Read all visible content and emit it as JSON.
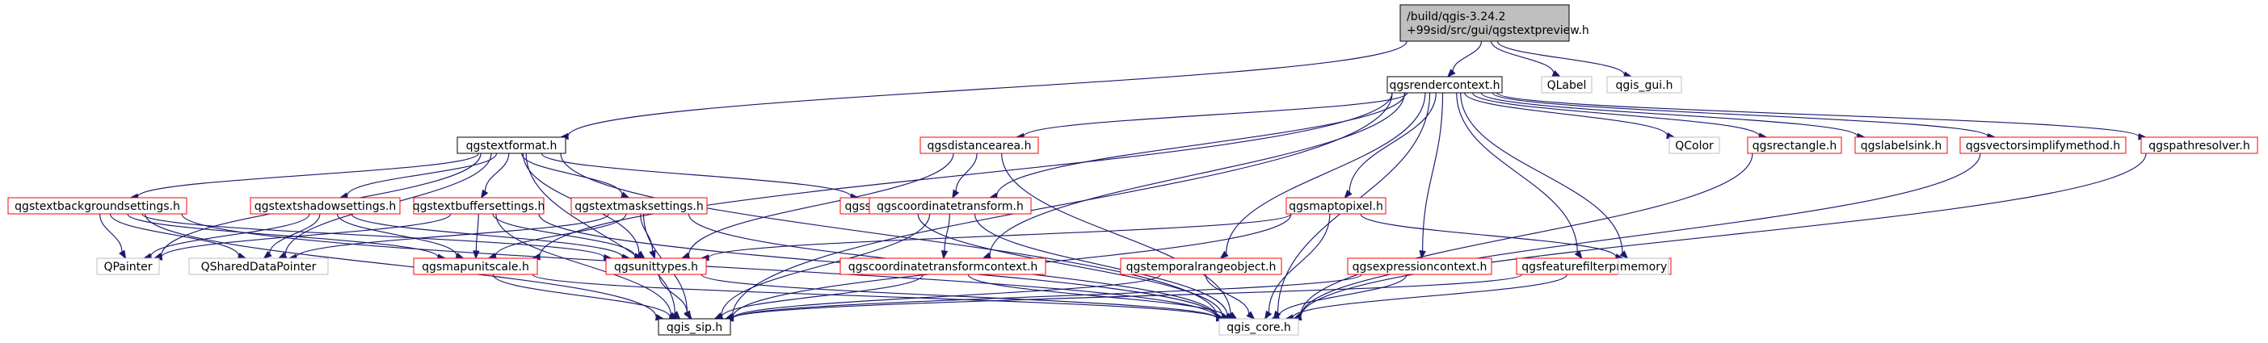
{
  "diagram": {
    "type": "include-dependency-graph",
    "colors": {
      "edge": "#191970",
      "root_fill": "#bfbfbf",
      "root_border": "#000000",
      "documented_border": "#ff0000",
      "undocumented_border": "#bfbfbf",
      "plain_border": "#000000"
    },
    "nodes": [
      {
        "id": "root",
        "lines": [
          "/build/qgis-3.24.2",
          "+99sid/src/gui/qgstextpreview.h"
        ],
        "style": "root"
      },
      {
        "id": "qgsrendercontext",
        "lines": [
          "qgsrendercontext.h"
        ],
        "style": "plain"
      },
      {
        "id": "qlabel",
        "lines": [
          "QLabel"
        ],
        "style": "external"
      },
      {
        "id": "qgis_gui",
        "lines": [
          "qgis_gui.h"
        ],
        "style": "external"
      },
      {
        "id": "qgstextformat",
        "lines": [
          "qgstextformat.h"
        ],
        "style": "plain"
      },
      {
        "id": "qgsdistancearea",
        "lines": [
          "qgsdistancearea.h"
        ],
        "style": "documented"
      },
      {
        "id": "qcolor",
        "lines": [
          "QColor"
        ],
        "style": "external"
      },
      {
        "id": "qgsrectangle",
        "lines": [
          "qgsrectangle.h"
        ],
        "style": "documented"
      },
      {
        "id": "qgslabelsink",
        "lines": [
          "qgslabelsink.h"
        ],
        "style": "documented"
      },
      {
        "id": "qgsvectorsimplifymethod",
        "lines": [
          "qgsvectorsimplifymethod.h"
        ],
        "style": "documented"
      },
      {
        "id": "qgspathresolver",
        "lines": [
          "qgspathresolver.h"
        ],
        "style": "documented"
      },
      {
        "id": "qgstextbackgroundsettings",
        "lines": [
          "qgstextbackgroundsettings.h"
        ],
        "style": "documented"
      },
      {
        "id": "qgstextshadowsettings",
        "lines": [
          "qgstextshadowsettings.h"
        ],
        "style": "documented"
      },
      {
        "id": "qgstextbuffersettings",
        "lines": [
          "qgstextbuffersettings.h"
        ],
        "style": "documented"
      },
      {
        "id": "qgstextmasksettings",
        "lines": [
          "qgstextmasksettings.h"
        ],
        "style": "documented"
      },
      {
        "id": "qgsstringutils",
        "lines": [
          "qgsstringutils.h"
        ],
        "style": "documented"
      },
      {
        "id": "qgscoordinatetransform",
        "lines": [
          "qgscoordinatetransform.h"
        ],
        "style": "documented"
      },
      {
        "id": "qgsmaptopixel",
        "lines": [
          "qgsmaptopixel.h"
        ],
        "style": "documented"
      },
      {
        "id": "qpainter",
        "lines": [
          "QPainter"
        ],
        "style": "external"
      },
      {
        "id": "qshareddatapointer",
        "lines": [
          "QSharedDataPointer"
        ],
        "style": "external"
      },
      {
        "id": "qgsmapunitscale",
        "lines": [
          "qgsmapunitscale.h"
        ],
        "style": "documented"
      },
      {
        "id": "qgsunittypes",
        "lines": [
          "qgsunittypes.h"
        ],
        "style": "documented"
      },
      {
        "id": "qgscoordinatetransformcontext",
        "lines": [
          "qgscoordinatetransformcontext.h"
        ],
        "style": "documented"
      },
      {
        "id": "qgstemporalrangeobject",
        "lines": [
          "qgstemporalrangeobject.h"
        ],
        "style": "documented"
      },
      {
        "id": "qgsexpressioncontext",
        "lines": [
          "qgsexpressioncontext.h"
        ],
        "style": "documented"
      },
      {
        "id": "qgsfeaturefilterprovider",
        "lines": [
          "qgsfeaturefilterprovider.h"
        ],
        "style": "documented"
      },
      {
        "id": "memory",
        "lines": [
          "memory"
        ],
        "style": "external"
      },
      {
        "id": "qgis_sip",
        "lines": [
          "qgis_sip.h"
        ],
        "style": "plain"
      },
      {
        "id": "qgis_core",
        "lines": [
          "qgis_core.h"
        ],
        "style": "external"
      }
    ],
    "edges": [
      [
        "root",
        "qgsrendercontext"
      ],
      [
        "root",
        "qlabel"
      ],
      [
        "root",
        "qgis_gui"
      ],
      [
        "root",
        "qgstextformat"
      ],
      [
        "qgsrendercontext",
        "qgsdistancearea"
      ],
      [
        "qgsrendercontext",
        "qcolor"
      ],
      [
        "qgsrendercontext",
        "qgsrectangle"
      ],
      [
        "qgsrendercontext",
        "qgslabelsink"
      ],
      [
        "qgsrendercontext",
        "qgsvectorsimplifymethod"
      ],
      [
        "qgsrendercontext",
        "qgspathresolver"
      ],
      [
        "qgsrendercontext",
        "qgscoordinatetransform"
      ],
      [
        "qgsrendercontext",
        "qgsmaptopixel"
      ],
      [
        "qgsrendercontext",
        "qgsexpressioncontext"
      ],
      [
        "qgsrendercontext",
        "qgsfeaturefilterprovider"
      ],
      [
        "qgsrendercontext",
        "qgstemporalrangeobject"
      ],
      [
        "qgsrendercontext",
        "qgscoordinatetransformcontext"
      ],
      [
        "qgsrendercontext",
        "memory"
      ],
      [
        "qgsrendercontext",
        "qgis_core"
      ],
      [
        "qgsrendercontext",
        "qgis_sip"
      ],
      [
        "qgsrendercontext",
        "qgsmapunitscale"
      ],
      [
        "qgstextformat",
        "qgstextbackgroundsettings"
      ],
      [
        "qgstextformat",
        "qgstextshadowsettings"
      ],
      [
        "qgstextformat",
        "qgstextbuffersettings"
      ],
      [
        "qgstextformat",
        "qgstextmasksettings"
      ],
      [
        "qgstextformat",
        "qgsstringutils"
      ],
      [
        "qgstextformat",
        "qshareddatapointer"
      ],
      [
        "qgstextformat",
        "qpainter"
      ],
      [
        "qgstextformat",
        "qgsunittypes"
      ],
      [
        "qgstextformat",
        "qgis_core"
      ],
      [
        "qgstextformat",
        "qgis_sip"
      ],
      [
        "qgsdistancearea",
        "qgscoordinatetransform"
      ],
      [
        "qgsdistancearea",
        "qgsunittypes"
      ],
      [
        "qgsdistancearea",
        "qgis_core"
      ],
      [
        "qgstextbackgroundsettings",
        "qpainter"
      ],
      [
        "qgstextbackgroundsettings",
        "qshareddatapointer"
      ],
      [
        "qgstextbackgroundsettings",
        "qgsmapunitscale"
      ],
      [
        "qgstextbackgroundsettings",
        "qgsunittypes"
      ],
      [
        "qgstextbackgroundsettings",
        "qgis_core"
      ],
      [
        "qgstextbackgroundsettings",
        "qgis_sip"
      ],
      [
        "qgstextshadowsettings",
        "qpainter"
      ],
      [
        "qgstextshadowsettings",
        "qshareddatapointer"
      ],
      [
        "qgstextshadowsettings",
        "qgsmapunitscale"
      ],
      [
        "qgstextshadowsettings",
        "qgsunittypes"
      ],
      [
        "qgstextbuffersettings",
        "qpainter"
      ],
      [
        "qgstextbuffersettings",
        "qgsmapunitscale"
      ],
      [
        "qgstextbuffersettings",
        "qgsunittypes"
      ],
      [
        "qgstextbuffersettings",
        "qgis_core"
      ],
      [
        "qgstextbuffersettings",
        "qgis_sip"
      ],
      [
        "qgstextmasksettings",
        "qgsmapunitscale"
      ],
      [
        "qgstextmasksettings",
        "qgsunittypes"
      ],
      [
        "qgstextmasksettings",
        "qgis_core"
      ],
      [
        "qgstextmasksettings",
        "qgis_sip"
      ],
      [
        "qgstextmasksettings",
        "qshareddatapointer"
      ],
      [
        "qgsstringutils",
        "qgis_core"
      ],
      [
        "qgscoordinatetransform",
        "qgscoordinatetransformcontext"
      ],
      [
        "qgscoordinatetransform",
        "qgis_sip"
      ],
      [
        "qgscoordinatetransform",
        "qgis_core"
      ],
      [
        "qgscoordinatetransformcontext",
        "qgis_core"
      ],
      [
        "qgscoordinatetransformcontext",
        "qgis_sip"
      ],
      [
        "qgsmaptopixel",
        "qgsunittypes"
      ],
      [
        "qgsmaptopixel",
        "memory"
      ],
      [
        "qgsmaptopixel",
        "qgis_core"
      ],
      [
        "qgsmaptopixel",
        "qgis_sip"
      ],
      [
        "qgsmapunitscale",
        "qgis_core"
      ],
      [
        "qgsmapunitscale",
        "qgis_sip"
      ],
      [
        "qgsunittypes",
        "qgis_sip"
      ],
      [
        "qgsunittypes",
        "qgis_core"
      ],
      [
        "qgstemporalrangeobject",
        "qgis_core"
      ],
      [
        "qgstemporalrangeobject",
        "qgis_sip"
      ],
      [
        "qgsexpressioncontext",
        "qgis_core"
      ],
      [
        "qgsexpressioncontext",
        "qgis_sip"
      ],
      [
        "qgsfeaturefilterprovider",
        "qgis_core"
      ],
      [
        "qgsfeaturefilterprovider",
        "qgis_sip"
      ],
      [
        "qgsrectangle",
        "qgis_core"
      ],
      [
        "qgspathresolver",
        "qgis_core"
      ],
      [
        "qgsvectorsimplifymethod",
        "qgis_core"
      ]
    ]
  }
}
